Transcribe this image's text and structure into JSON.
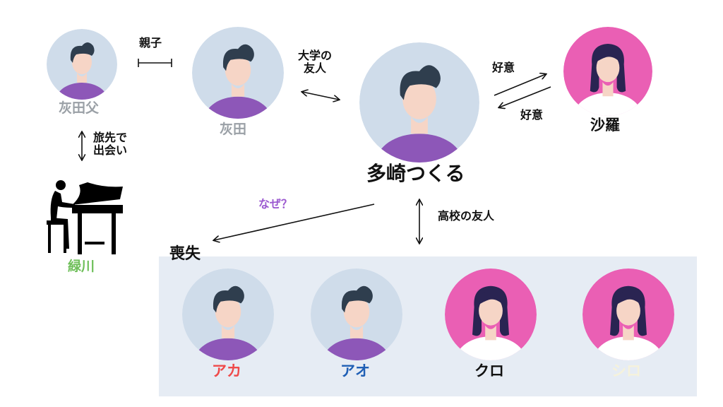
{
  "colors": {
    "male_bg": "#cfdcea",
    "female_bg": "#ea5fb4",
    "shirt": "#8d57b8",
    "hair": "#2f3e4e",
    "skin": "#f6d5c6",
    "panel": "#e6ecf4",
    "aka": "#ef4a4a",
    "ao": "#1f5fb5",
    "kuro": "#111111",
    "shiro": "#f5f2dc",
    "haida": "#9aa0a6",
    "midorikawa": "#6fbf5a",
    "naze": "#9b59d0"
  },
  "people": {
    "haida_father": "灰田父",
    "haida": "灰田",
    "tsukuru": "多崎つくる",
    "sara": "沙羅",
    "midorikawa": "緑川",
    "aka": "アカ",
    "ao": "アオ",
    "kuro": "クロ",
    "shiro": "シロ"
  },
  "relations": {
    "parent_child": "親子",
    "university_friend": "大学の\n友人",
    "goodwill_out": "好意",
    "goodwill_in": "好意",
    "met_while_travelling": "旅先で\n出会い",
    "why": "なぜ？",
    "high_school_friends": "高校の友人"
  },
  "group_label": "喪失"
}
